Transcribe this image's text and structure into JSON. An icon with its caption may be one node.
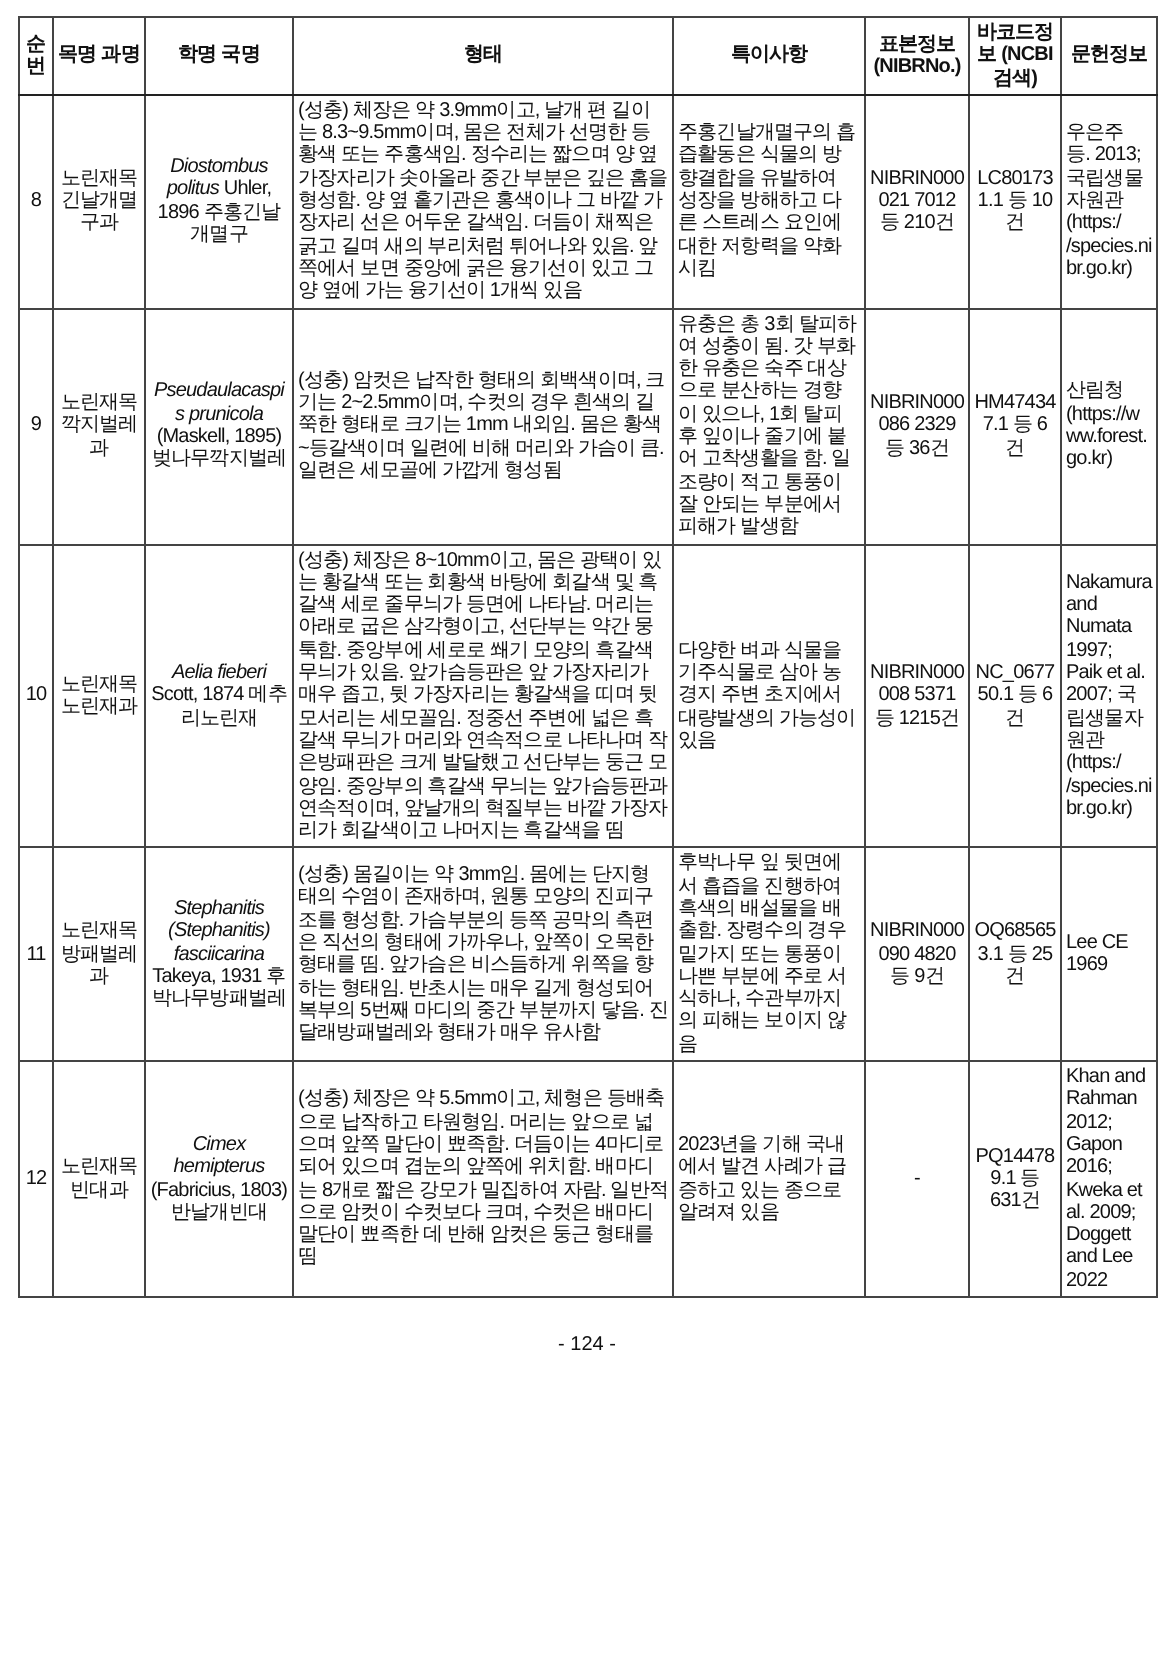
{
  "diagram": {
    "labels": [
      "순번",
      "목명 과명",
      "학명 국명",
      "형태",
      "특이사항",
      "표본정보 (NIBRNo.)",
      "바코드정보 (NCBI검색)",
      "문헌정보",
      "8",
      "노린재목 긴날개멸구과",
      "*Diostombus politus* Uhler, 1896 주홍긴날개멸구",
      "(성충) 체장은 약 3.9mm이고, 날개 편 길이는 8.3~9.5mm이며, 몸은 전체가 선명한 등황색 또는 주홍색임. 정수리는 짧으며 양 옆 가장자리가 솟아올라 중간 부분은 깊은 홈을 형성함. 양 옆 홑기관은 홍색이나 그 바깥 가장자리 선은 어두운 갈색임. 더듬이 채찍은 굵고 길며 새의 부리처럼 튀어나와 있음. 앞쪽에서 보면 중앙에 굵은 융기선이 있고 그 양 옆에 가는 융기선이 1개씩 있음",
      "주홍긴날개멸구의 흡즙활동은 식물의 방향결합을 유발하여 성장을 방해하고 다른 스트레스 요인에 대한 저항력을 약화시킴",
      "NIBRIN000021 7012 등 210건",
      "LC801731.1 등 10건",
      "우은주 등. 2013; 국립생물자원관(https:/ /species.nibr.go.kr)",
      "9",
      "노린재목 깍지벌레과",
      "*Pseudaulacaspis prunicola* (Maskell, 1895) 벚나무깍지벌레",
      "(성충) 암컷은 납작한 형태의 회백색이며, 크기는 2~2.5mm이며, 수컷의 경우 흰색의 길쭉한 형태로 크기는 1mm 내외임. 몸은 황색~등갈색이며 일련에 비해 머리와 가슴이 큼. 일련은 세모골에 가깝게 형성됨",
      "유충은 총 3회 탈피하여 성충이 됨. 갓 부화한 유충은 숙주 대상으로 분산하는 경향이 있으나, 1회 탈피 후 잎이나 줄기에 붙어 고착생활을 함. 일조량이 적고 통풍이 잘 안되는 부분에서 피해가 발생함",
      "NIBRIN000086 2329 등 36건",
      "HM474347.1 등 6건",
      "산림청(https://www.forest.go.kr)",
      "10",
      "노린재목 노린재과",
      "*Aelia fieberi* Scott, 1874 메추리노린재",
      "(성충) 체장은 8~10mm이고, 몸은 광택이 있는 황갈색 또는 회황색 바탕에 회갈색 및 흑갈색 세로 줄무늬가 등면에 나타남. 머리는 아래로 굽은 삼각형이고, 선단부는 약간 뭉툭함. 중앙부에 세로로 쐐기 모양의 흑갈색 무늬가 있음. 앞가슴등판은 앞 가장자리가 매우 좁고, 뒷 가장자리는 황갈색을 띠며 뒷 모서리는 세모꼴임. 정중선 주변에 넓은 흑갈색 무늬가 머리와 연속적으로 나타나며 작은방패판은 크게 발달했고 선단부는 둥근 모양임. 중앙부의 흑갈색 무늬는 앞가슴등판과 연속적이며, 앞날개의 혁질부는 바깥 가장자리가 회갈색이고 나머지는 흑갈색을 띰",
      "다양한 벼과 식물을 기주식물로 삼아 농경지 주변 초지에서 대량발생의 가능성이 있음",
      "NIBRIN000008 5371 등 1215건",
      "NC_067750.1 등 6건",
      "Nakamura and Numata 1997; Paik et al. 2007; 국립생물자원관(https:/ /species.nibr.go.kr)",
      "11",
      "노린재목 방패벌레과",
      "*Stephanitis (Stephanitis) fasciicarina* Takeya, 1931 후박나무방패벌레",
      "(성충) 몸길이는 약 3mm임. 몸에는 단지형태의 수염이 존재하며, 원통 모양의 진피구조를 형성함. 가슴부분의 등쪽 공막의 측편은 직선의 형태에 가까우나, 앞쪽이 오목한 형태를 띰. 앞가슴은 비스듬하게 위쪽을 향하는 형태임. 반초시는 매우 길게 형성되어 복부의 5번째 마디의 중간 부분까지 닿음. 진달래방패벌레와 형태가 매우 유사함",
      "후박나무 잎 뒷면에서 흡즙을 진행하여 흑색의 배설물을 배출함. 장령수의 경우 밑가지 또는 통풍이 나쁜 부분에 주로 서식하나, 수관부까지의 피해는 보이지 않음",
      "NIBRIN000090 4820 등 9건",
      "OQ685653.1 등 25건",
      "Lee CE 1969",
      "12",
      "노린재목 빈대과",
      "*Cimex hemipterus* (Fabricius, 1803) 반날개빈대",
      "(성충) 체장은 약 5.5mm이고, 체형은 등배축으로 납작하고 타원형임. 머리는 앞으로 넓으며 앞쪽 말단이 뾰족함. 더듬이는 4마디로 되어 있으며 겹눈의 앞쪽에 위치함. 배마디는 8개로 짧은 강모가 밀집하여 자람. 일반적으로 암컷이 수컷보다 크며, 수컷은 배마디 말단이 뾰족한 데 반해 암컷은 둥근 형태를 띰",
      "2023년을 기해 국내에서 발견 사례가 급증하고 있는 종으로 알려져 있음",
      "-",
      "PQ144789.1 등 631건",
      "Khan and Rahman 2012; Gapon 2016; Kweka et al. 2009; Doggett and Lee 2022",
      "- 124 -"
    ]
  }
}
